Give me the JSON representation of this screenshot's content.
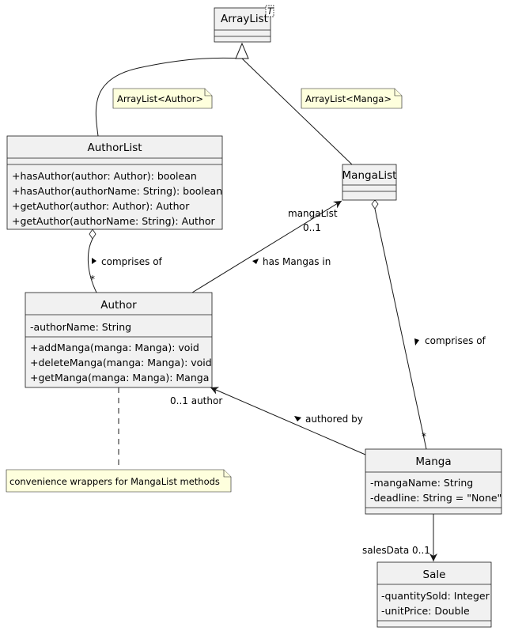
{
  "classes": {
    "arraylist": {
      "name": "ArrayList",
      "type_param": "T"
    },
    "authorlist": {
      "name": "AuthorList",
      "methods": [
        "+hasAuthor(author: Author): boolean",
        "+hasAuthor(authorName: String): boolean",
        "+getAuthor(author: Author): Author",
        "+getAuthor(authorName: String): Author"
      ]
    },
    "mangalist": {
      "name": "MangaList"
    },
    "author": {
      "name": "Author",
      "fields": [
        "-authorName: String"
      ],
      "methods": [
        "+addManga(manga: Manga): void",
        "+deleteManga(manga: Manga): void",
        "+getManga(manga: Manga): Manga"
      ]
    },
    "manga": {
      "name": "Manga",
      "fields": [
        "-mangaName: String",
        "-deadline: String = \"None\""
      ]
    },
    "sale": {
      "name": "Sale",
      "fields": [
        "-quantitySold: Integer",
        "-unitPrice: Double"
      ]
    }
  },
  "notes": {
    "arraylist_author": "ArrayList<Author>",
    "arraylist_manga": "ArrayList<Manga>",
    "convenience": "convenience wrappers for MangaList methods"
  },
  "labels": {
    "authorlist_author": "comprises of",
    "author_mangalist": "has Mangas in",
    "mangalist_role": "mangaList",
    "mangalist_mult": "0..1",
    "mangalist_manga": "comprises of",
    "manga_author": "authored by",
    "author_role": "0..1 author",
    "sales_data": "salesData 0..1",
    "many": "*"
  },
  "colors": {
    "class_fill": "#f1f1f1",
    "note_fill": "#feffdd",
    "line": "#181818"
  }
}
